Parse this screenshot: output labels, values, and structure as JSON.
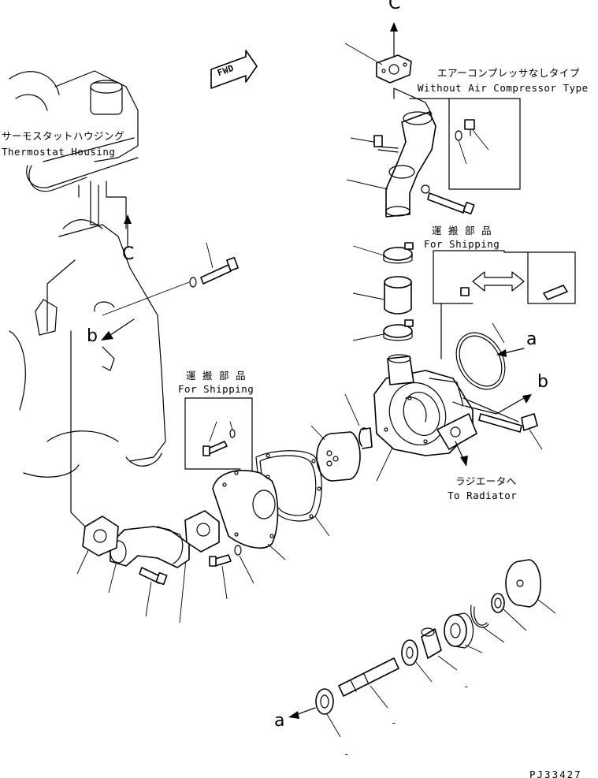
{
  "labels": {
    "ref_c_top": "C",
    "ref_c_mid": "C",
    "ref_b_left": "b",
    "ref_b_right": "b",
    "ref_a_right": "a",
    "ref_a_bottom": "a",
    "fwd": "FWD",
    "thermostat_jp": "サーモスタットハウジング",
    "thermostat_en": "Thermostat Housing",
    "no_aircomp_jp": "エアーコンプレッサなしタイプ",
    "no_aircomp_en": "Without Air Compressor Type",
    "shipping_jp_right": "運 搬 部 品",
    "shipping_en_right": "For Shipping",
    "shipping_jp_left": "運 搬 部 品",
    "shipping_en_left": "For Shipping",
    "radiator_jp": "ラジエータへ",
    "radiator_en": "To Radiator",
    "drawing_no": "PJ33427",
    "dash_1": "-",
    "dash_2": "-",
    "dash_3": "-"
  }
}
